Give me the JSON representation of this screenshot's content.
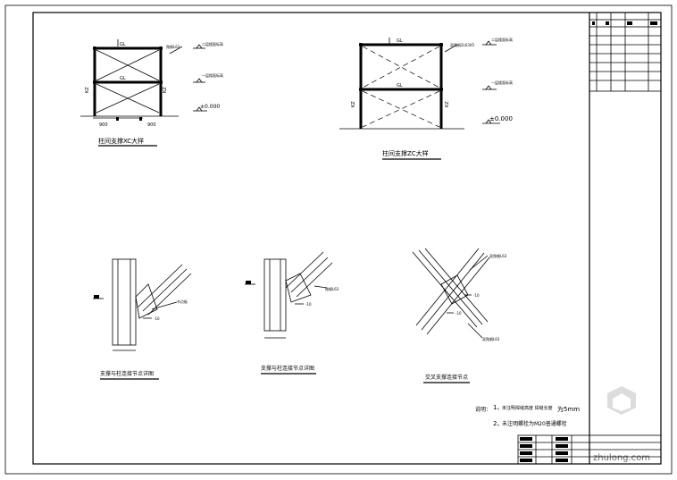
{
  "drawing": {
    "elevation_left": {
      "title": "柱间支撑XC大样",
      "dims": [
        "900",
        "900"
      ],
      "labels": {
        "top_beam": "GL",
        "mid_beam": "GL",
        "col_left": "KZ",
        "col_right": "KZ",
        "brace_tag": "角钢L63",
        "level_upper": "二层楼面标高",
        "level_lower": "一层楼面标高",
        "level_zero": "±0.000"
      }
    },
    "elevation_right": {
      "title": "柱间支撑ZC大样",
      "labels": {
        "top_beam": "GL",
        "mid_beam": "GL",
        "col_left": "KZ",
        "col_right": "KZ",
        "brace_tag": "双角钢2L63X5",
        "level_upper": "二层楼面标高",
        "level_lower": "一层楼面标高",
        "level_zero": "±0.000"
      }
    },
    "details": [
      {
        "title": "支撑与柱连接节点详图",
        "tag": "节点板",
        "note": "-10"
      },
      {
        "title": "支撑与柱连接节点详图",
        "tag": "角钢L63",
        "note": "-10"
      },
      {
        "title": "交叉支撑连接节点",
        "tag_top": "双角钢L63",
        "tag_bottom": "双角钢L63",
        "note": "-10"
      }
    ],
    "notes": {
      "heading": "说明：",
      "line1_num": "1、",
      "line1_text": "未注明焊缝高度 焊缝长度",
      "line1_value": "为5mm",
      "line2_num": "2、",
      "line2_text": "未注明螺栓为M20普通螺栓"
    },
    "watermark": "zhulong.com"
  }
}
